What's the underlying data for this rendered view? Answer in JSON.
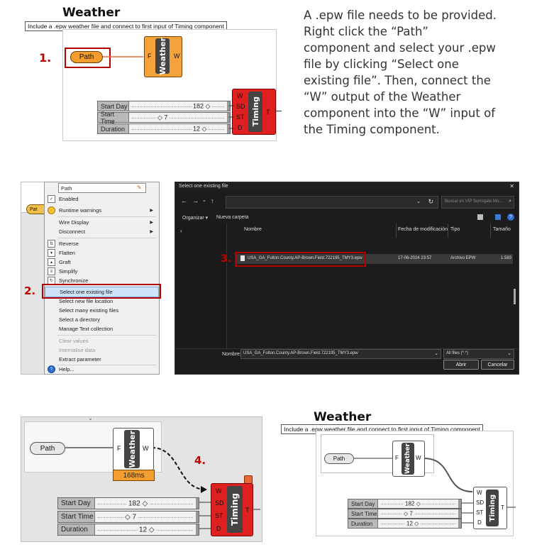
{
  "tl": {
    "title": "Weather",
    "note": "Include a .epw weather file and connect to first input of Timing component",
    "step": "1.",
    "path_label": "Path",
    "weather_label": "Weather",
    "port_f": "F",
    "port_w": "W",
    "timing_label": "Timing",
    "timing_inputs": [
      "W",
      "SD",
      "ST",
      "D"
    ],
    "timing_output": "T",
    "sliders": [
      {
        "label": "Start Day",
        "value": "182 ◇"
      },
      {
        "label": "Start Time",
        "value": "◇ 7"
      },
      {
        "label": "Duration",
        "value": "12 ◇"
      }
    ]
  },
  "instruction": {
    "lines": [
      "A .epw file needs to be provided.",
      "Right click the “Path”",
      "component and select your .epw",
      "file by clicking “Select one",
      "existing file”. Then, connect the",
      "“W” output of the Weather",
      "component into the “W” input of",
      "the Timing component."
    ]
  },
  "menu": {
    "header_text": "Path",
    "stub_label": "Pat",
    "step": "2.",
    "items": [
      {
        "label": "Enabled",
        "arrow": ""
      },
      {
        "label": "Runtime warnings",
        "arrow": "▶"
      },
      {
        "label": "Wire Display",
        "arrow": "▶"
      },
      {
        "label": "Disconnect",
        "arrow": "▶"
      },
      {
        "label": "Reverse",
        "arrow": ""
      },
      {
        "label": "Flatten",
        "arrow": ""
      },
      {
        "label": "Graft",
        "arrow": ""
      },
      {
        "label": "Simplify",
        "arrow": ""
      },
      {
        "label": "Synchronize",
        "arrow": ""
      },
      {
        "label": "Select one existing file",
        "arrow": ""
      },
      {
        "label": "Select new file location",
        "arrow": ""
      },
      {
        "label": "Select many existing files",
        "arrow": ""
      },
      {
        "label": "Select a directory",
        "arrow": ""
      },
      {
        "label": "Manage Text collection",
        "arrow": ""
      },
      {
        "label": "Clear values",
        "arrow": ""
      },
      {
        "label": "Internalise data",
        "arrow": ""
      },
      {
        "label": "Extract parameter",
        "arrow": ""
      },
      {
        "label": "Help...",
        "arrow": ""
      }
    ]
  },
  "dialog": {
    "title": "Select one existing file",
    "close": "✕",
    "search_placeholder": "Buscar en VIP Surrogate Mo...",
    "organize": "Organizar ▾",
    "new_folder": "Nueva carpeta",
    "col_name": "Nombre",
    "col_date": "Fecha de modificación",
    "col_type": "Tipo",
    "col_size": "Tamaño",
    "step": "3.",
    "file_name": "USA_GA_Fulton.County.AP-Brown.Field.722195_TMY3.epw",
    "file_date": "17-06-2024 23:57",
    "file_type": "Archivo EPW",
    "file_size": "1.583",
    "name_label": "Nombre:",
    "name_value": "USA_GA_Fulton.County.AP-Brown.Field.722195_TMY3.epw",
    "filter": "All files (*.*)",
    "open": "Abrir",
    "cancel": "Cancelar"
  },
  "bl": {
    "step": "4.",
    "path_label": "Path",
    "weather_label": "Weather",
    "port_f": "F",
    "port_w": "W",
    "timing_label": "Timing",
    "timing_inputs": [
      "W",
      "SD",
      "ST",
      "D"
    ],
    "timing_output": "T",
    "badge": "168ms",
    "sliders": [
      {
        "label": "Start Day",
        "value": "182 ◇"
      },
      {
        "label": "Start Time",
        "value": "◇ 7"
      },
      {
        "label": "Duration",
        "value": "12 ◇"
      }
    ]
  },
  "br": {
    "title": "Weather",
    "note": "Include a .epw weather file and connect to first input of Timing component",
    "path_label": "Path",
    "weather_label": "Weather",
    "port_f": "F",
    "port_w": "W",
    "timing_label": "Timing",
    "timing_inputs": [
      "W",
      "SD",
      "ST",
      "D"
    ],
    "timing_output": "T",
    "sliders": [
      {
        "label": "Start Day",
        "value": "182 ◇"
      },
      {
        "label": "Start Time",
        "value": "◇ 7"
      },
      {
        "label": "Duration",
        "value": "12 ◇"
      }
    ]
  }
}
